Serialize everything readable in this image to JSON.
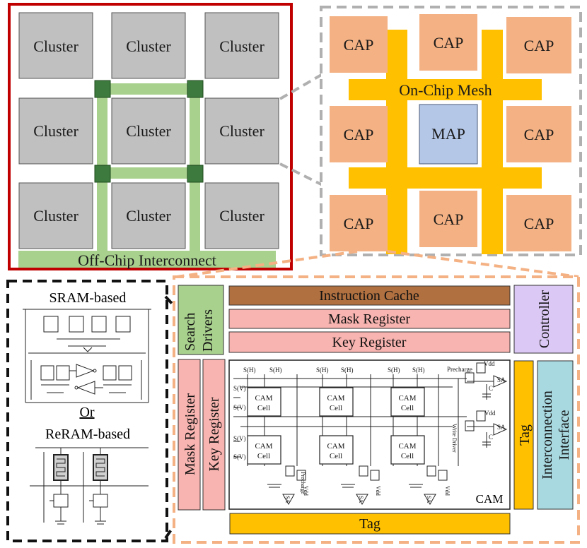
{
  "chip": {
    "cluster_label": "Cluster",
    "offchip_label": "Off-Chip Interconnect"
  },
  "cluster_detail": {
    "cap_label": "CAP",
    "map_label": "MAP",
    "mesh_label": "On-Chip Mesh"
  },
  "cell_types": {
    "sram_label": "SRAM-based",
    "or_label": "Or",
    "reram_label": "ReRAM-based"
  },
  "cap_detail": {
    "search_drivers": "Search Drivers",
    "instruction_cache": "Instruction Cache",
    "mask_register_top": "Mask Register",
    "key_register_top": "Key Register",
    "controller": "Controller",
    "mask_register_side": "Mask Register",
    "key_register_side": "Key Register",
    "tag_right": "Tag",
    "interconnection_interface": "Interconnection Interface",
    "tag_bottom": "Tag",
    "cam_label": "CAM",
    "cam_cell_line1": "CAM",
    "cam_cell_line2": "Cell",
    "sh_label": "S(H)",
    "sv_label": "S(V)",
    "precharge": "Precharge",
    "vdd": "Vdd",
    "sa": "SA",
    "c": "C",
    "write_driver": "Write Driver"
  },
  "colors": {
    "chip_border": "#c00000",
    "cluster_fill": "#c0c0c0",
    "router_fill": "#3d7a3d",
    "link_fill": "#a9d18e",
    "cap_fill": "#f4b183",
    "map_fill": "#b4c7e7",
    "mesh_fill": "#ffc000",
    "inst_cache_fill": "#b07040",
    "register_fill": "#f8b4b0",
    "controller_fill": "#dcc8f4",
    "interface_fill": "#a8d8e0",
    "search_fill": "#a9d18e",
    "tag_fill": "#ffc000"
  }
}
